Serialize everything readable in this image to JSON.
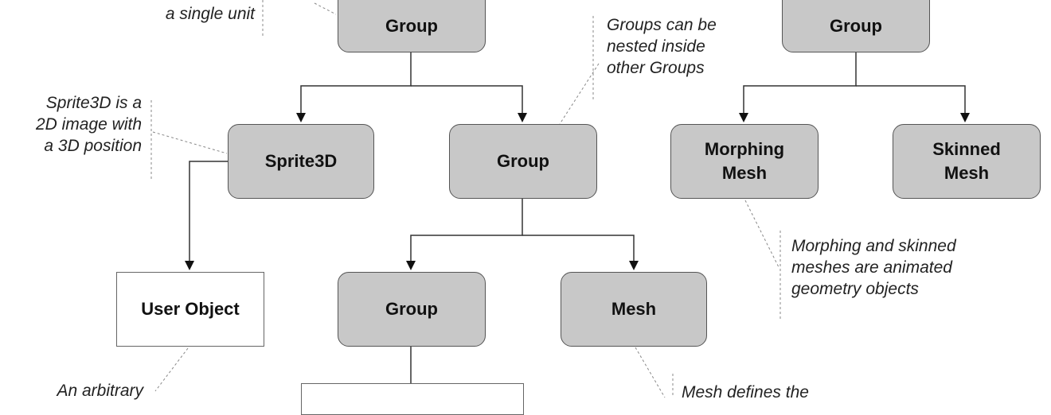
{
  "nodes": {
    "group_top_center": "Group",
    "group_top_right": "Group",
    "sprite3d": "Sprite3D",
    "group_mid": "Group",
    "morphing_mesh": [
      "Morphing",
      "Mesh"
    ],
    "skinned_mesh": [
      "Skinned",
      "Mesh"
    ],
    "user_object": "User Object",
    "group_lower": "Group",
    "mesh": "Mesh"
  },
  "notes": {
    "group_unit": [
      "a single unit"
    ],
    "nested_groups": [
      "Groups can be",
      "nested inside",
      "other Groups"
    ],
    "sprite3d": [
      "Sprite3D is a",
      "2D image with",
      "a 3D position"
    ],
    "morph_skin": [
      "Morphing and skinned",
      "meshes are animated",
      "geometry objects"
    ],
    "user_object": [
      "An arbitrary"
    ],
    "mesh": [
      "Mesh defines the"
    ]
  },
  "colors": {
    "node_fill": "#c8c8c8",
    "node_border": "#555555",
    "line": "#333333",
    "leader": "#888888"
  }
}
